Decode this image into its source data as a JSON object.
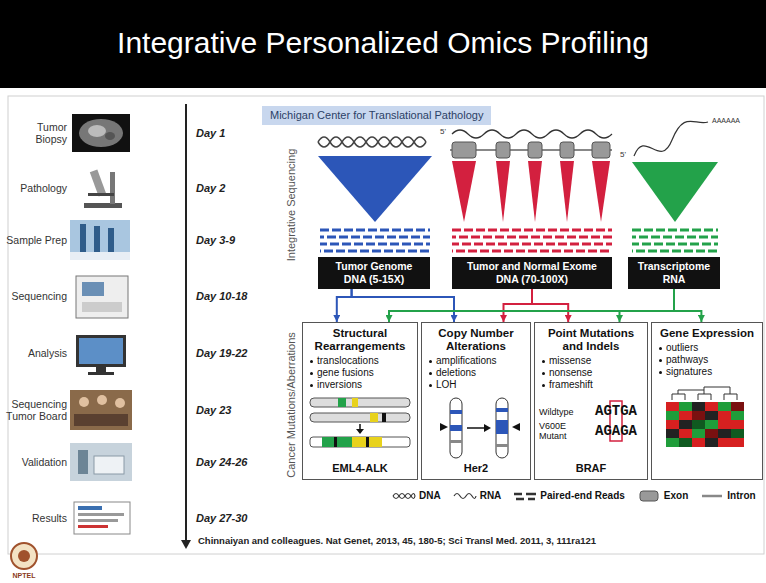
{
  "diagram": {
    "title": "Integrative Personalized Omics Profiling",
    "caption": "Chinnaiyan and colleagues. Nat Genet, 2013, 45, 180-5; Sci Transl Med. 2011, 3, 111ra121",
    "nodes": [
      {
        "text": [
          "Michigan Center for Translational Pathology"
        ]
      },
      {
        "text": [
          "Tumor Genome DNA (5-15X)"
        ]
      },
      {
        "text": [
          "Tumor and Normal Exome DNA (70-100X)"
        ]
      },
      {
        "text": [
          "Transcriptome RNA"
        ]
      },
      {
        "text": [
          "Structural Rearrangements",
          "translocations",
          "gene fusions",
          "inversions",
          "EML4-ALK"
        ]
      },
      {
        "text": [
          "Copy Number Alterations",
          "amplifications",
          "deletions",
          "LOH",
          "Her2"
        ]
      },
      {
        "text": [
          "Point Mutations and Indels",
          "missense",
          "nonsense",
          "frameshift",
          "Wildtype",
          "AGTGA",
          "V600E Mutant",
          "AGAGA",
          "BRAF"
        ]
      },
      {
        "text": [
          "Gene Expression",
          "outliers",
          "pathways",
          "signatures"
        ]
      }
    ],
    "edges": [
      {
        "from": 1,
        "to": 4,
        "arrow": "to"
      },
      {
        "from": 1,
        "to": 5,
        "arrow": "to"
      },
      {
        "from": 2,
        "to": 5,
        "arrow": "to"
      },
      {
        "from": 2,
        "to": 6,
        "arrow": "to"
      },
      {
        "from": 3,
        "to": 4,
        "arrow": "to"
      },
      {
        "from": 3,
        "to": 6,
        "arrow": "to"
      },
      {
        "from": 3,
        "to": 7,
        "arrow": "to"
      }
    ],
    "labels": [
      "Tumor Biopsy",
      "Day 1",
      "Pathology",
      "Day 2",
      "Sample Prep",
      "Day 3-9",
      "Sequencing",
      "Day 10-18",
      "Analysis",
      "Day 19-22",
      "Sequencing Tumor Board",
      "Day 23",
      "Validation",
      "Day 24-26",
      "Results",
      "Day 27-30",
      "Integrative Sequencing",
      "Cancer Mutations/Aberrations",
      "5'",
      "5'",
      "AAAAAA",
      "NPTEL"
    ],
    "legend": [
      {
        "text": "DNA"
      },
      {
        "text": "RNA"
      },
      {
        "text": "Paired-end Reads"
      },
      {
        "text": "Exon"
      },
      {
        "text": "Intron"
      }
    ]
  }
}
